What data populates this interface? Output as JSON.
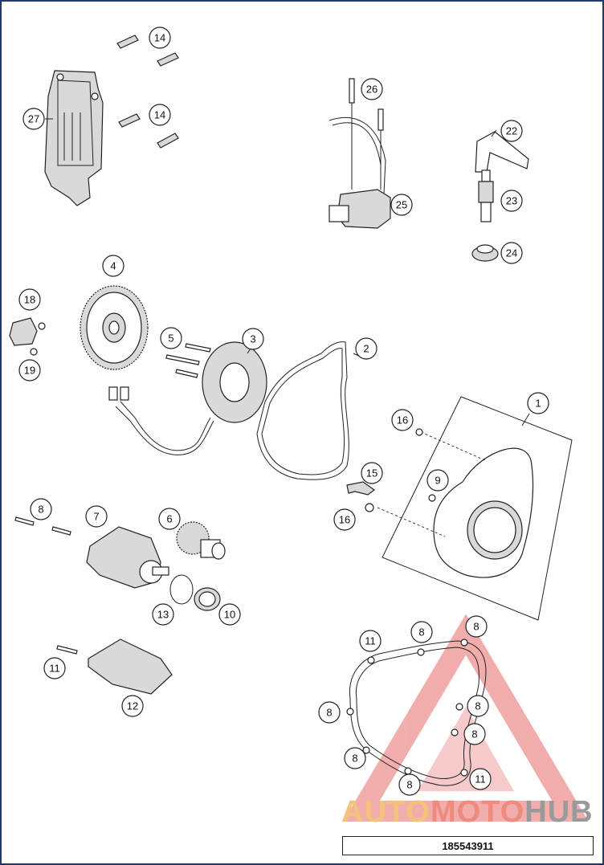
{
  "diagram": {
    "document_number": "185543911",
    "watermark": {
      "part1": "AUTO",
      "part2": "MOTO",
      "part3": "HUB"
    },
    "callouts": [
      {
        "id": "c14a",
        "label": "14"
      },
      {
        "id": "c14b",
        "label": "14"
      },
      {
        "id": "c27",
        "label": "27"
      },
      {
        "id": "c26",
        "label": "26"
      },
      {
        "id": "c25",
        "label": "25"
      },
      {
        "id": "c22",
        "label": "22"
      },
      {
        "id": "c23",
        "label": "23"
      },
      {
        "id": "c24",
        "label": "24"
      },
      {
        "id": "c4",
        "label": "4"
      },
      {
        "id": "c18",
        "label": "18"
      },
      {
        "id": "c19",
        "label": "19"
      },
      {
        "id": "c5",
        "label": "5"
      },
      {
        "id": "c3",
        "label": "3"
      },
      {
        "id": "c2",
        "label": "2"
      },
      {
        "id": "c1",
        "label": "1"
      },
      {
        "id": "c16a",
        "label": "16"
      },
      {
        "id": "c9",
        "label": "9"
      },
      {
        "id": "c15",
        "label": "15"
      },
      {
        "id": "c16b",
        "label": "16"
      },
      {
        "id": "c8a",
        "label": "8"
      },
      {
        "id": "c7",
        "label": "7"
      },
      {
        "id": "c6",
        "label": "6"
      },
      {
        "id": "c13",
        "label": "13"
      },
      {
        "id": "c10",
        "label": "10"
      },
      {
        "id": "c11a",
        "label": "11"
      },
      {
        "id": "c12",
        "label": "12"
      },
      {
        "id": "c11b",
        "label": "11"
      },
      {
        "id": "c8b",
        "label": "8"
      },
      {
        "id": "c8c",
        "label": "8"
      },
      {
        "id": "c8d",
        "label": "8"
      },
      {
        "id": "c8e",
        "label": "8"
      },
      {
        "id": "c8f",
        "label": "8"
      },
      {
        "id": "c8g",
        "label": "8"
      },
      {
        "id": "c8h",
        "label": "8"
      },
      {
        "id": "c11c",
        "label": "11"
      }
    ]
  }
}
